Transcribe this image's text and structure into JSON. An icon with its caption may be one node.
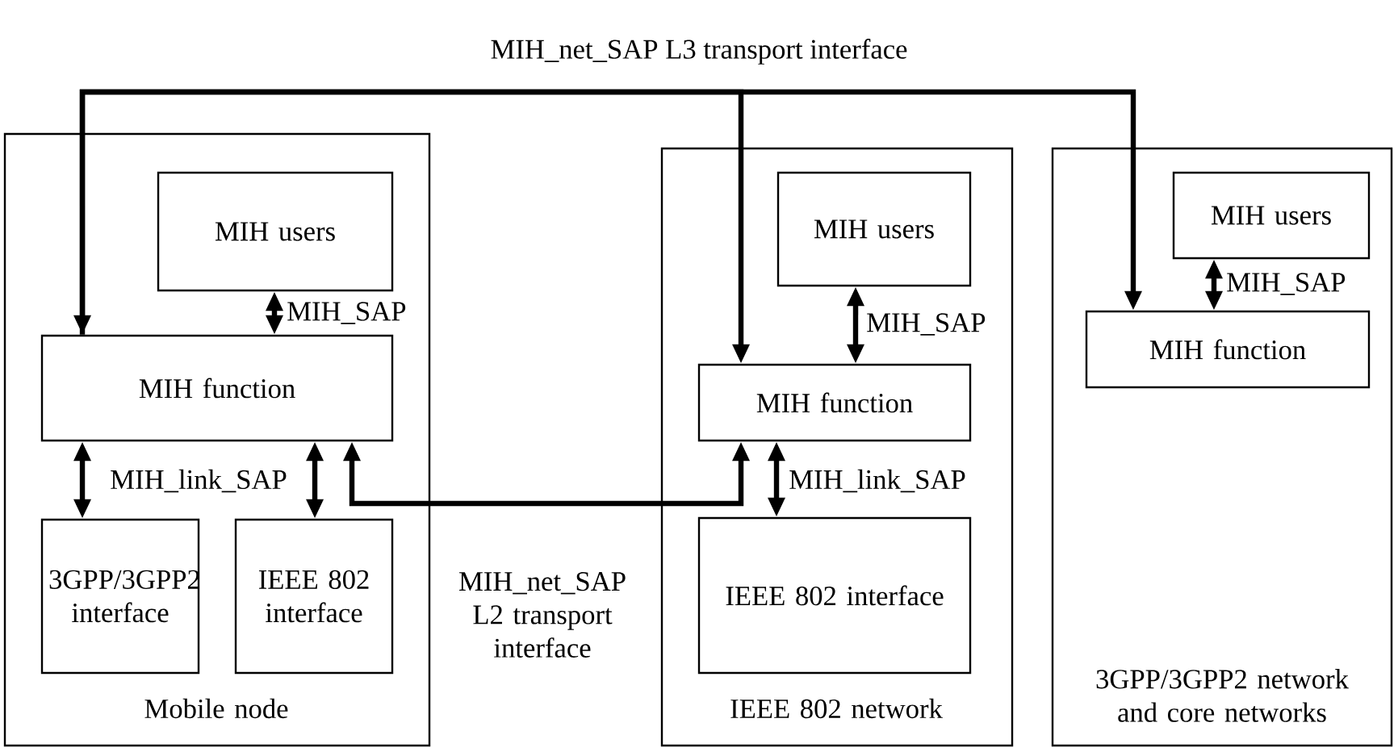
{
  "diagram": {
    "nodes": [
      {
        "text": [
          "Mobile node"
        ]
      },
      {
        "text": [
          "MIH users"
        ],
        "in": 0
      },
      {
        "text": [
          "MIH function"
        ],
        "in": 0
      },
      {
        "text": [
          "3GPP/3GPP2 interface"
        ],
        "in": 0
      },
      {
        "text": [
          "IEEE 802 interface"
        ],
        "in": 0
      },
      {
        "text": [
          "IEEE 802 network"
        ]
      },
      {
        "text": [
          "MIH users"
        ],
        "in": 5
      },
      {
        "text": [
          "MIH function"
        ],
        "in": 5
      },
      {
        "text": [
          "IEEE 802 interface"
        ],
        "in": 5
      },
      {
        "text": [
          "3GPP/3GPP2 network and core networks"
        ]
      },
      {
        "text": [
          "MIH users"
        ],
        "in": 9
      },
      {
        "text": [
          "MIH function"
        ],
        "in": 9
      }
    ],
    "edges": [
      {
        "from": 1,
        "to": 2,
        "arrow": "both",
        "label": "MIH_SAP"
      },
      {
        "from": 2,
        "to": 3,
        "arrow": "both",
        "label": "MIH_link_SAP"
      },
      {
        "from": 2,
        "to": 4,
        "arrow": "both"
      },
      {
        "from": 2,
        "to": 7,
        "arrow": "both",
        "label": "MIH_net_SAP L2 transport interface"
      },
      {
        "from": 2,
        "to": 11,
        "arrow": "both",
        "label": "MIH_net_SAP L3 transport interface"
      },
      {
        "from": 2,
        "to": 7,
        "arrow": "to"
      },
      {
        "from": 6,
        "to": 7,
        "arrow": "both",
        "label": "MIH_SAP"
      },
      {
        "from": 7,
        "to": 8,
        "arrow": "both",
        "label": "MIH_link_SAP"
      },
      {
        "from": 10,
        "to": 11,
        "arrow": "both",
        "label": "MIH_SAP"
      }
    ]
  }
}
